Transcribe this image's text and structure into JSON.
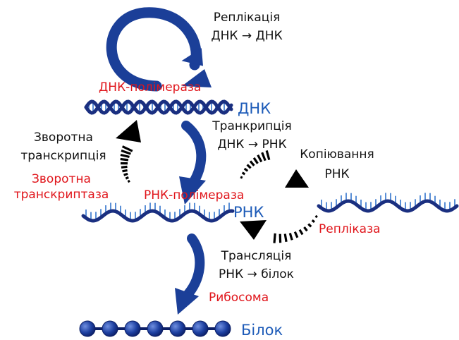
{
  "colors": {
    "arrow_blue": "#1b3f98",
    "arrow_black": "#000000",
    "enzyme_red": "#e0151b",
    "molecule_blue": "#1d5bb8",
    "strand_dark": "#1a2f80",
    "strand_light": "#5a8fd6",
    "bead": "#1d3fa0"
  },
  "molecules": {
    "dna": "ДНК",
    "rna": "РНК",
    "protein": "Білок"
  },
  "processes": {
    "replication": {
      "title": "Реплікація",
      "formula": "ДНК → ДНК"
    },
    "transcription": {
      "title": "Транкрипція",
      "formula": "ДНК → РНК"
    },
    "reverse_transcription": {
      "line1": "Зворотна",
      "line2": "транскрипція"
    },
    "rna_copying": {
      "line1": "Копіювання",
      "line2": "РНК"
    },
    "translation": {
      "title": "Трансляція",
      "formula": "РНК → білок"
    }
  },
  "enzymes": {
    "dna_polymerase": "ДНК-полімераза",
    "rna_polymerase": "РНК-полімераза",
    "reverse_transcriptase": {
      "line1": "Зворотна",
      "line2": "транскриптаза"
    },
    "replicase": "Репліказа",
    "ribosome": "Рибосома"
  }
}
